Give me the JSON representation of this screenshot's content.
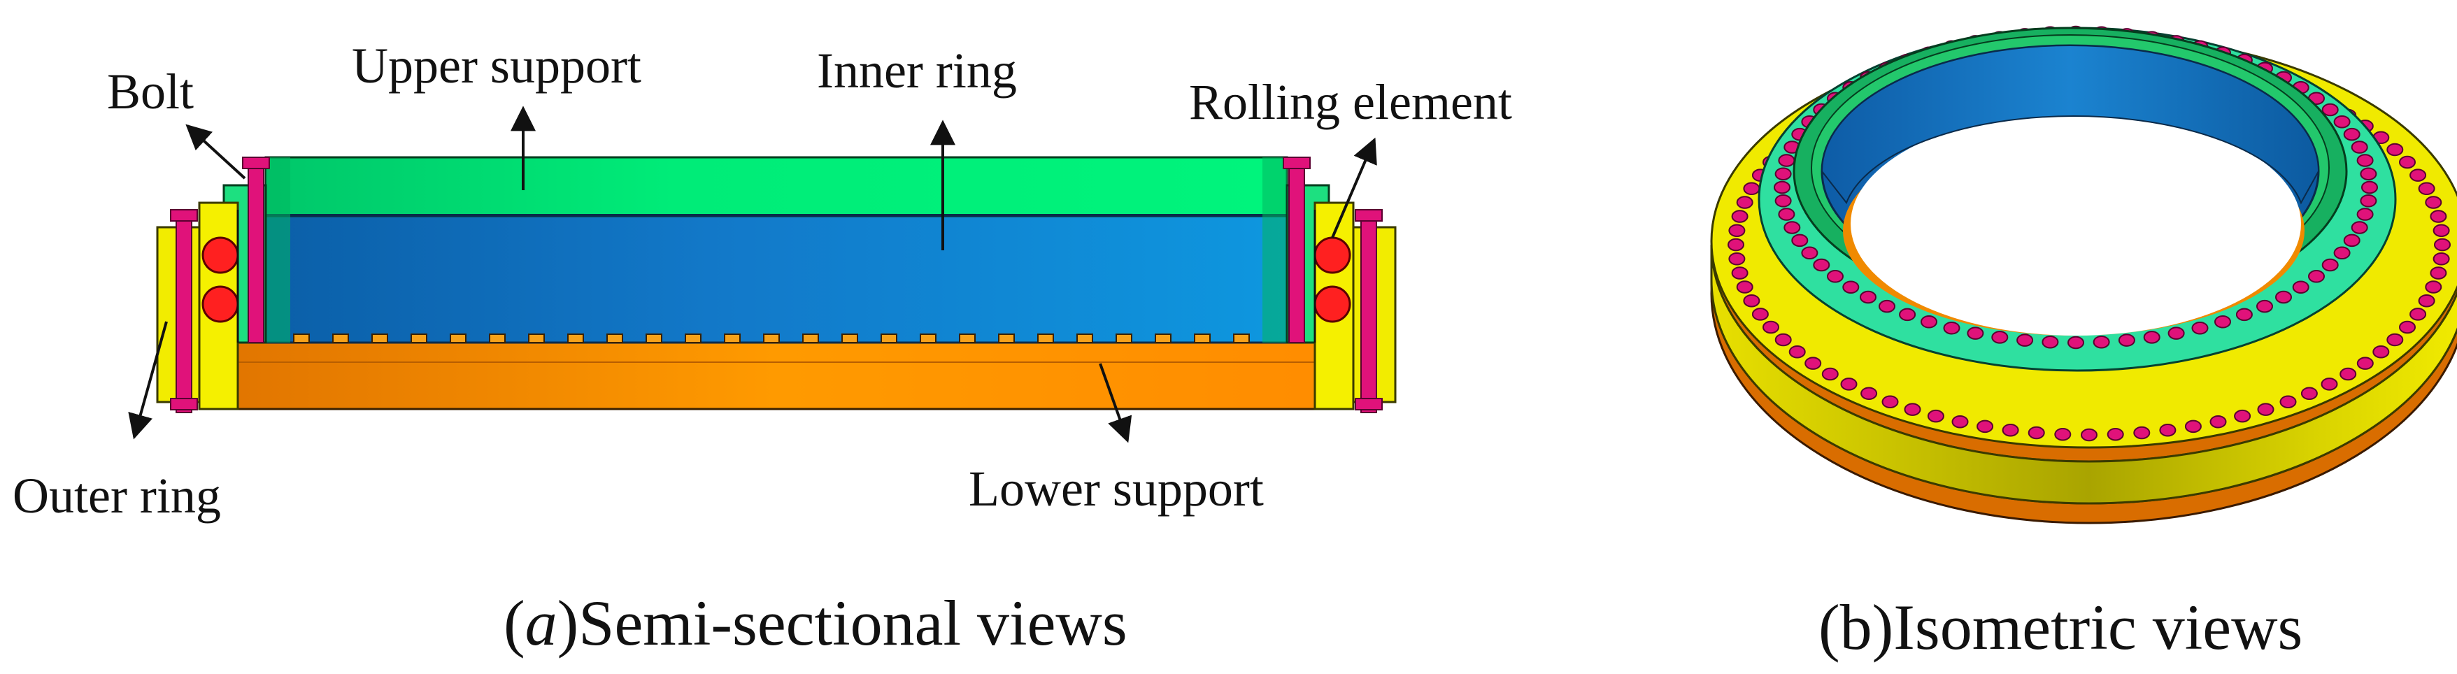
{
  "figure": {
    "panel_a": {
      "labels": {
        "bolt": "Bolt",
        "upper_support": "Upper support",
        "inner_ring": "Inner ring",
        "rolling_element": "Rolling element",
        "outer_ring": "Outer ring",
        "lower_support": "Lower support"
      },
      "caption_letter": "a",
      "caption_open": "(",
      "caption_rest": ")Semi-sectional views"
    },
    "panel_b": {
      "caption": "(b)Isometric views"
    }
  },
  "colors": {
    "upper_support": "#00e676",
    "inner_ring": "#0e8fd6",
    "lower_support": "#ff9800",
    "outer_ring": "#f4f000",
    "bolt": "#e0127a",
    "rolling_element": "#ff2020",
    "inner_green": "#22c96b",
    "inner_blue": "#1979c9"
  }
}
